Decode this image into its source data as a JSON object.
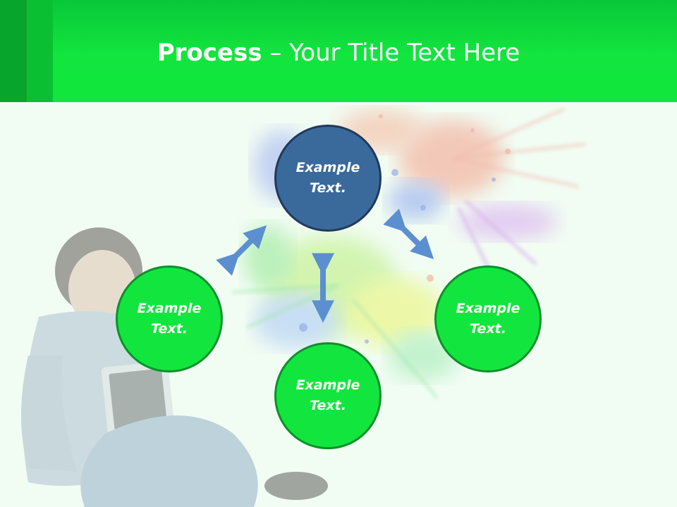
{
  "slide": {
    "title_bold": "Process",
    "title_rest": " – Your Title Text Here"
  },
  "nodes": {
    "top": {
      "line1": "Example",
      "line2": "Text."
    },
    "left": {
      "line1": "Example",
      "line2": "Text."
    },
    "right": {
      "line1": "Example",
      "line2": "Text."
    },
    "bottom": {
      "line1": "Example",
      "line2": "Text."
    }
  },
  "colors": {
    "header_green": "#12e63e",
    "accent_blue": "#3a6a9c",
    "node_green": "#12e63e",
    "arrow_blue": "#5b8fd0"
  }
}
